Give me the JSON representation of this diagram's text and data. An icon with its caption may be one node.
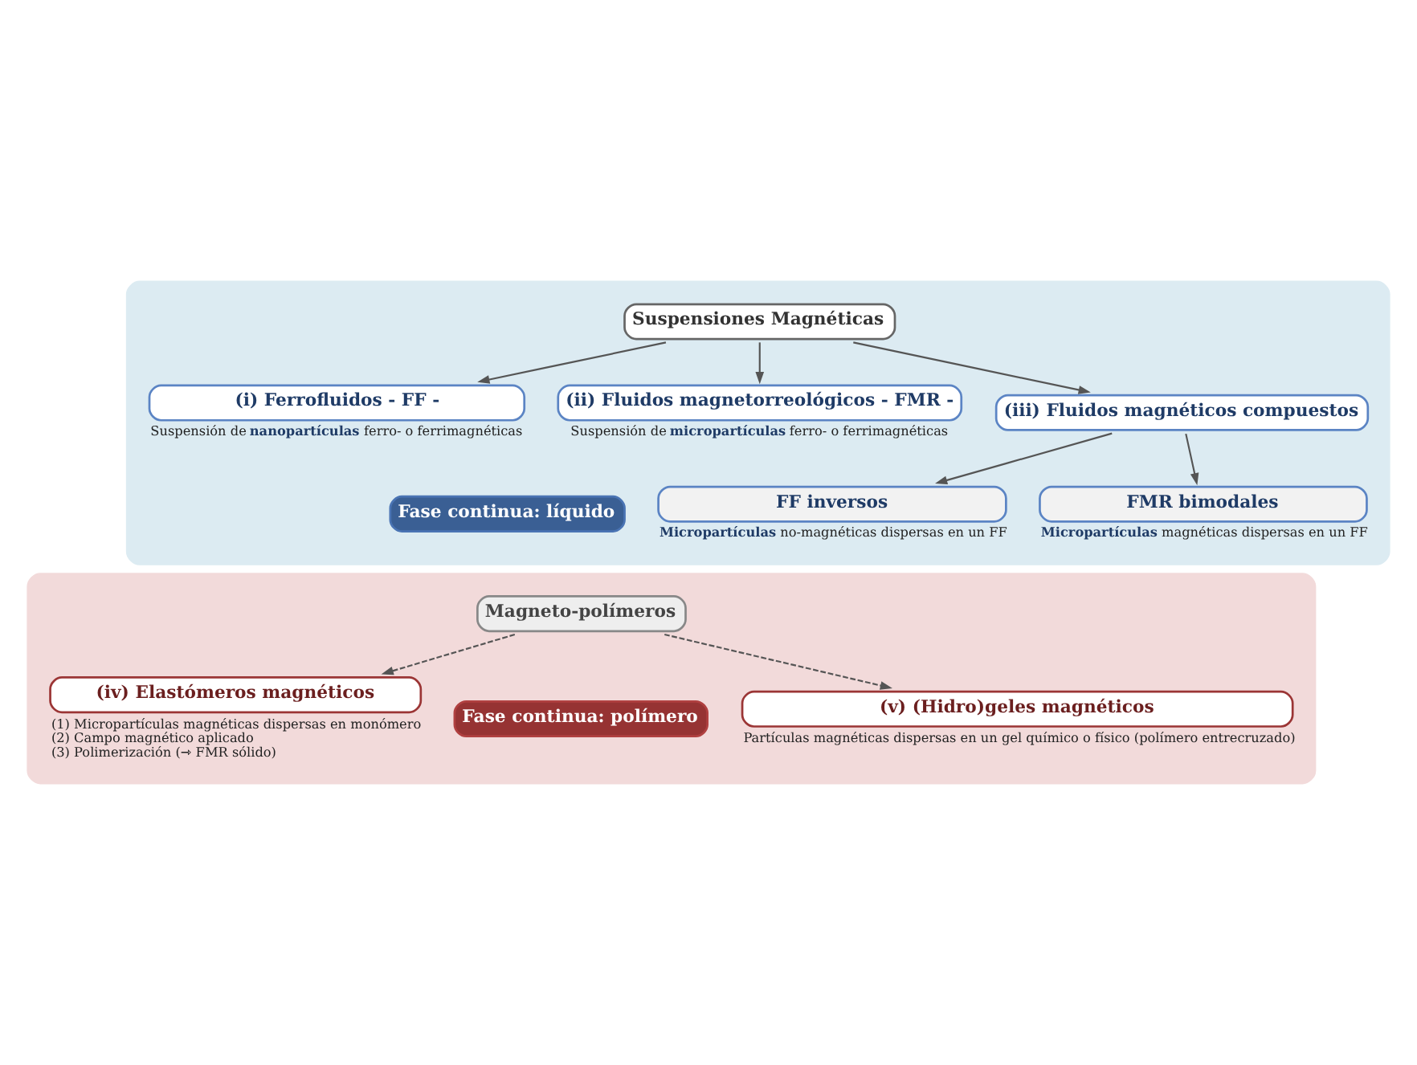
{
  "diagram": {
    "nodes": [
      {
        "text": [],
        "shape": "box"
      },
      {
        "text": [
          "Suspensiones Magnéticas"
        ],
        "in": 0
      },
      {
        "text": [
          "(i) Ferrofluidos - FF -"
        ],
        "in": 0,
        "beside": [
          "Suspensión de **nanopartículas** ferro- o ferrimagnéticas"
        ]
      },
      {
        "text": [
          "(ii) Fluidos magnetorreológicos - FMR -"
        ],
        "in": 0,
        "beside": [
          "Suspensión de **micropartículas** ferro- o ferrimagnéticas"
        ]
      },
      {
        "text": [
          "(iii) Fluidos magnéticos compuestos"
        ],
        "in": 0
      },
      {
        "text": [
          "FF inversos"
        ],
        "in": 0,
        "beside": [
          "**Micropartículas** no-magnéticas dispersas en un FF"
        ]
      },
      {
        "text": [
          "FMR bimodales"
        ],
        "in": 0,
        "beside": [
          "**Micropartículas** magnéticas dispersas en un FF"
        ]
      },
      {
        "text": [
          "Fase continua: líquido"
        ],
        "in": 0
      },
      {
        "text": [],
        "shape": "box"
      },
      {
        "text": [
          "Magneto-polímeros"
        ],
        "in": 8
      },
      {
        "text": [
          "(iv) Elastómeros magnéticos"
        ],
        "in": 8,
        "beside": [
          "(1) Micropartículas magnéticas dispersas en monómero",
          "(2) Campo magnético aplicado",
          "(3) Polimerización (⇾ FMR sólido)"
        ]
      },
      {
        "text": [
          "(v) (Hidro)geles magnéticos"
        ],
        "in": 8,
        "beside": [
          "Partículas magnéticas dispersas en un gel químico o físico (polímero entrecruzado)"
        ]
      },
      {
        "text": [
          "Fase continua: polímero"
        ],
        "in": 8
      }
    ],
    "edges": [
      {
        "from": 1,
        "to": 2,
        "arrow": "to"
      },
      {
        "from": 1,
        "to": 3,
        "arrow": "to"
      },
      {
        "from": 1,
        "to": 4,
        "arrow": "to"
      },
      {
        "from": 4,
        "to": 5,
        "arrow": "to"
      },
      {
        "from": 4,
        "to": 6,
        "arrow": "to"
      },
      {
        "from": 9,
        "to": 10,
        "arrow": "to",
        "style": "dashed"
      },
      {
        "from": 9,
        "to": 11,
        "arrow": "to",
        "style": "dashed"
      }
    ]
  }
}
